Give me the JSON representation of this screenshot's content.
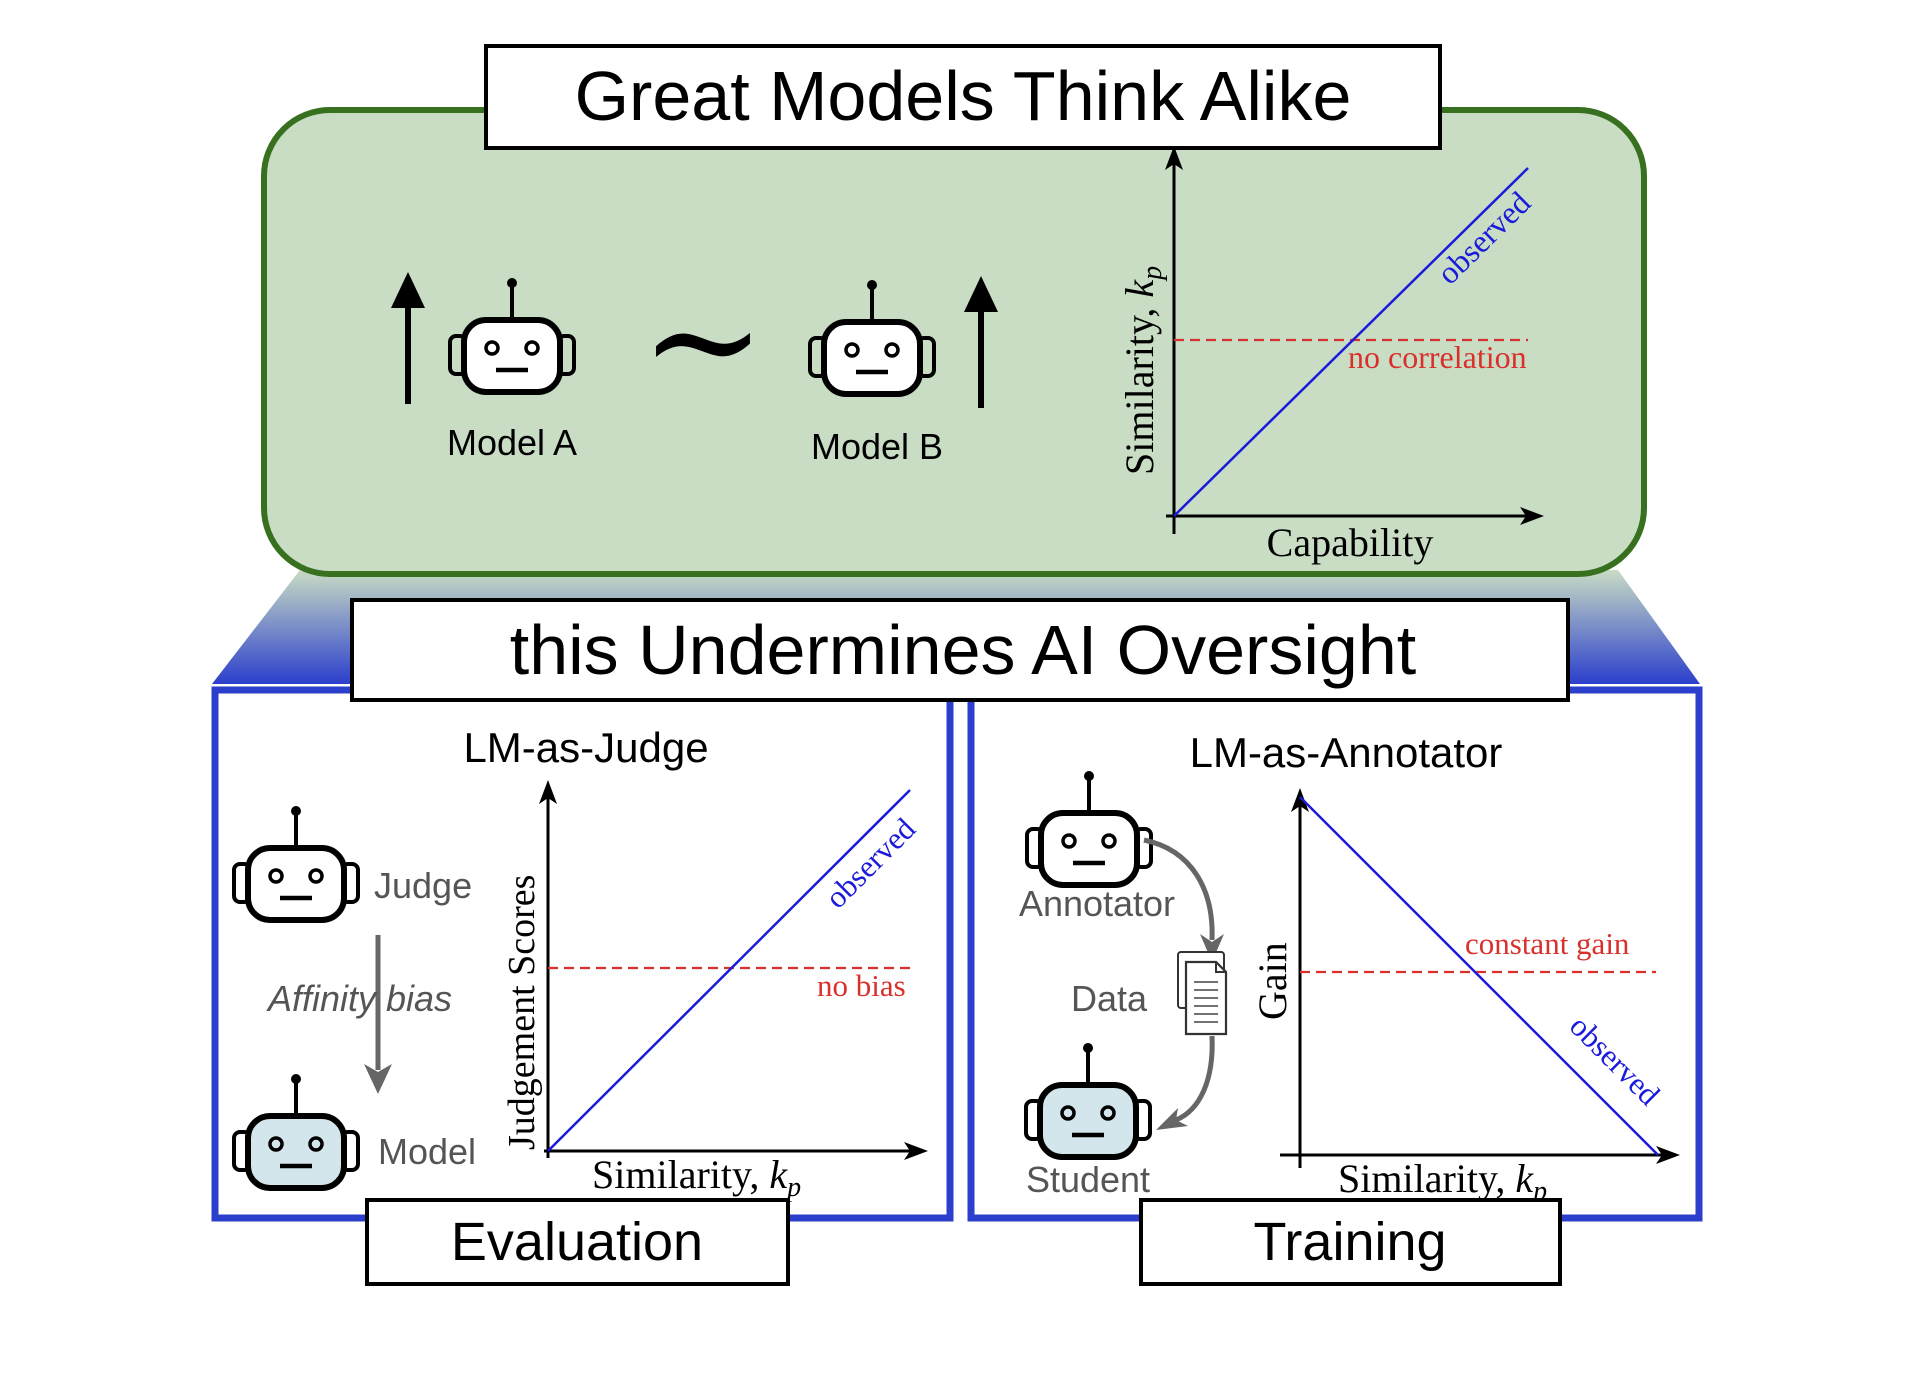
{
  "top": {
    "title": "Great Models Think Alike",
    "model_a_label": "Model A",
    "model_b_label": "Model B",
    "tilde": "∼",
    "chart": {
      "ylabel_text": "Similarity, ",
      "ylabel_var": "k",
      "ylabel_sub": "p",
      "xlabel": "Capability",
      "observed_label": "observed",
      "baseline_label": "no correlation"
    }
  },
  "middle": {
    "title": "this Undermines AI Oversight"
  },
  "evaluation": {
    "footer": "Evaluation",
    "chart_title": "LM-as-Judge",
    "judge_label": "Judge",
    "bias_label": "Affinity bias",
    "model_label": "Model",
    "chart": {
      "ylabel": "Judgement Scores",
      "xlabel_text": "Similarity, ",
      "xlabel_var": "k",
      "xlabel_sub": "p",
      "observed_label": "observed",
      "baseline_label": "no bias"
    }
  },
  "training": {
    "footer": "Training",
    "chart_title": "LM-as-Annotator",
    "annotator_label": "Annotator",
    "data_label": "Data",
    "student_label": "Student",
    "chart": {
      "ylabel": "Gain",
      "xlabel_text": "Similarity, ",
      "xlabel_var": "k",
      "xlabel_sub": "p",
      "observed_label": "observed",
      "baseline_label": "constant gain"
    }
  },
  "colors": {
    "green_fill": "#c9dcc4",
    "green_border": "#37701f",
    "blue_border": "#2b3fcc",
    "observed_line": "#1a1adb",
    "baseline_line": "#d9302c",
    "robot_face_student": "#d3e6ec"
  }
}
